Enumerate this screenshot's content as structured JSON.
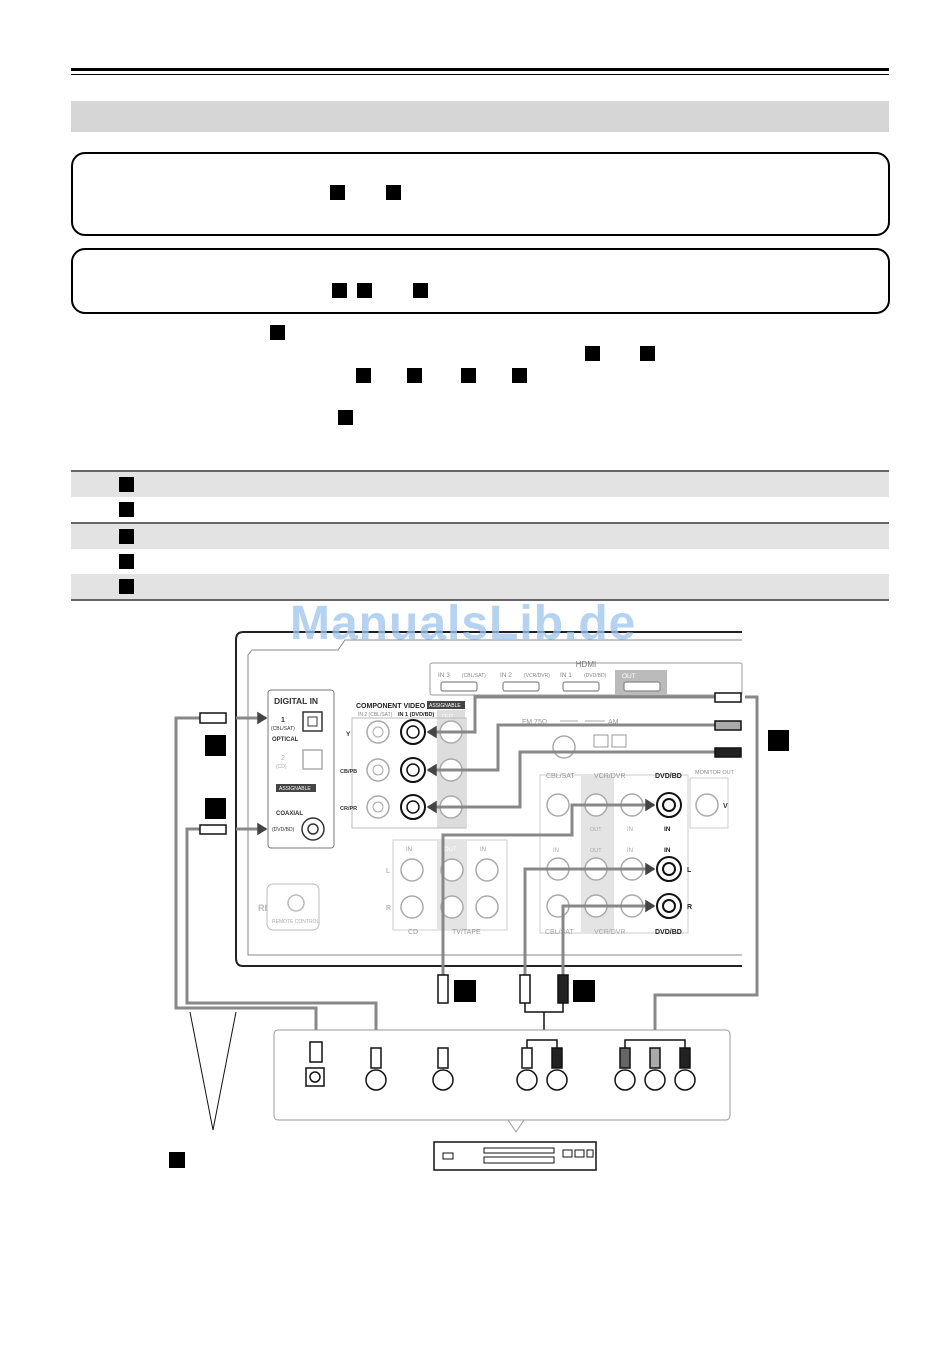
{
  "watermark": "ManualsLib.de",
  "panel_labels": {
    "hdmi": "HDMI",
    "hdmi_in3": "IN 3",
    "hdmi_in3_sub": "(CBL/SAT)",
    "hdmi_in2": "IN 2",
    "hdmi_in2_sub": "(VCR/DVR)",
    "hdmi_in1": "IN 1",
    "hdmi_in1_sub": "(DVD/BD)",
    "hdmi_out": "OUT",
    "digital_in": "DIGITAL IN",
    "optical_1": "1",
    "optical_1_sub": "(CBL/SAT)",
    "optical": "OPTICAL",
    "optical_2": "2",
    "optical_2_sub": "(CD)",
    "assignable_1": "ASSIGNABLE",
    "coaxial": "COAXIAL",
    "coaxial_sub": "(DVD/BD)",
    "component_video": "COMPONENT VIDEO",
    "assignable_2": "ASSIGNABLE",
    "comp_in2": "IN 2 (CBL/SAT)",
    "comp_in1": "IN 1 (DVD/BD)",
    "comp_out": "OUT",
    "y": "Y",
    "cb": "CB/PB",
    "cr": "CR/PR",
    "fm": "FM 75Ω",
    "am": "AM",
    "cbl_sat": "CBL/SAT",
    "vcr_dvr": "VCR/DVR",
    "dvd_bd": "DVD/BD",
    "monitor_out": "MONITOR OUT",
    "v": "V",
    "in": "IN",
    "out": "OUT",
    "l": "L",
    "r": "R",
    "cd": "CD",
    "tv_tape": "TV/TAPE",
    "remote_control": "REMOTE CONTROL",
    "ri": "RI"
  }
}
